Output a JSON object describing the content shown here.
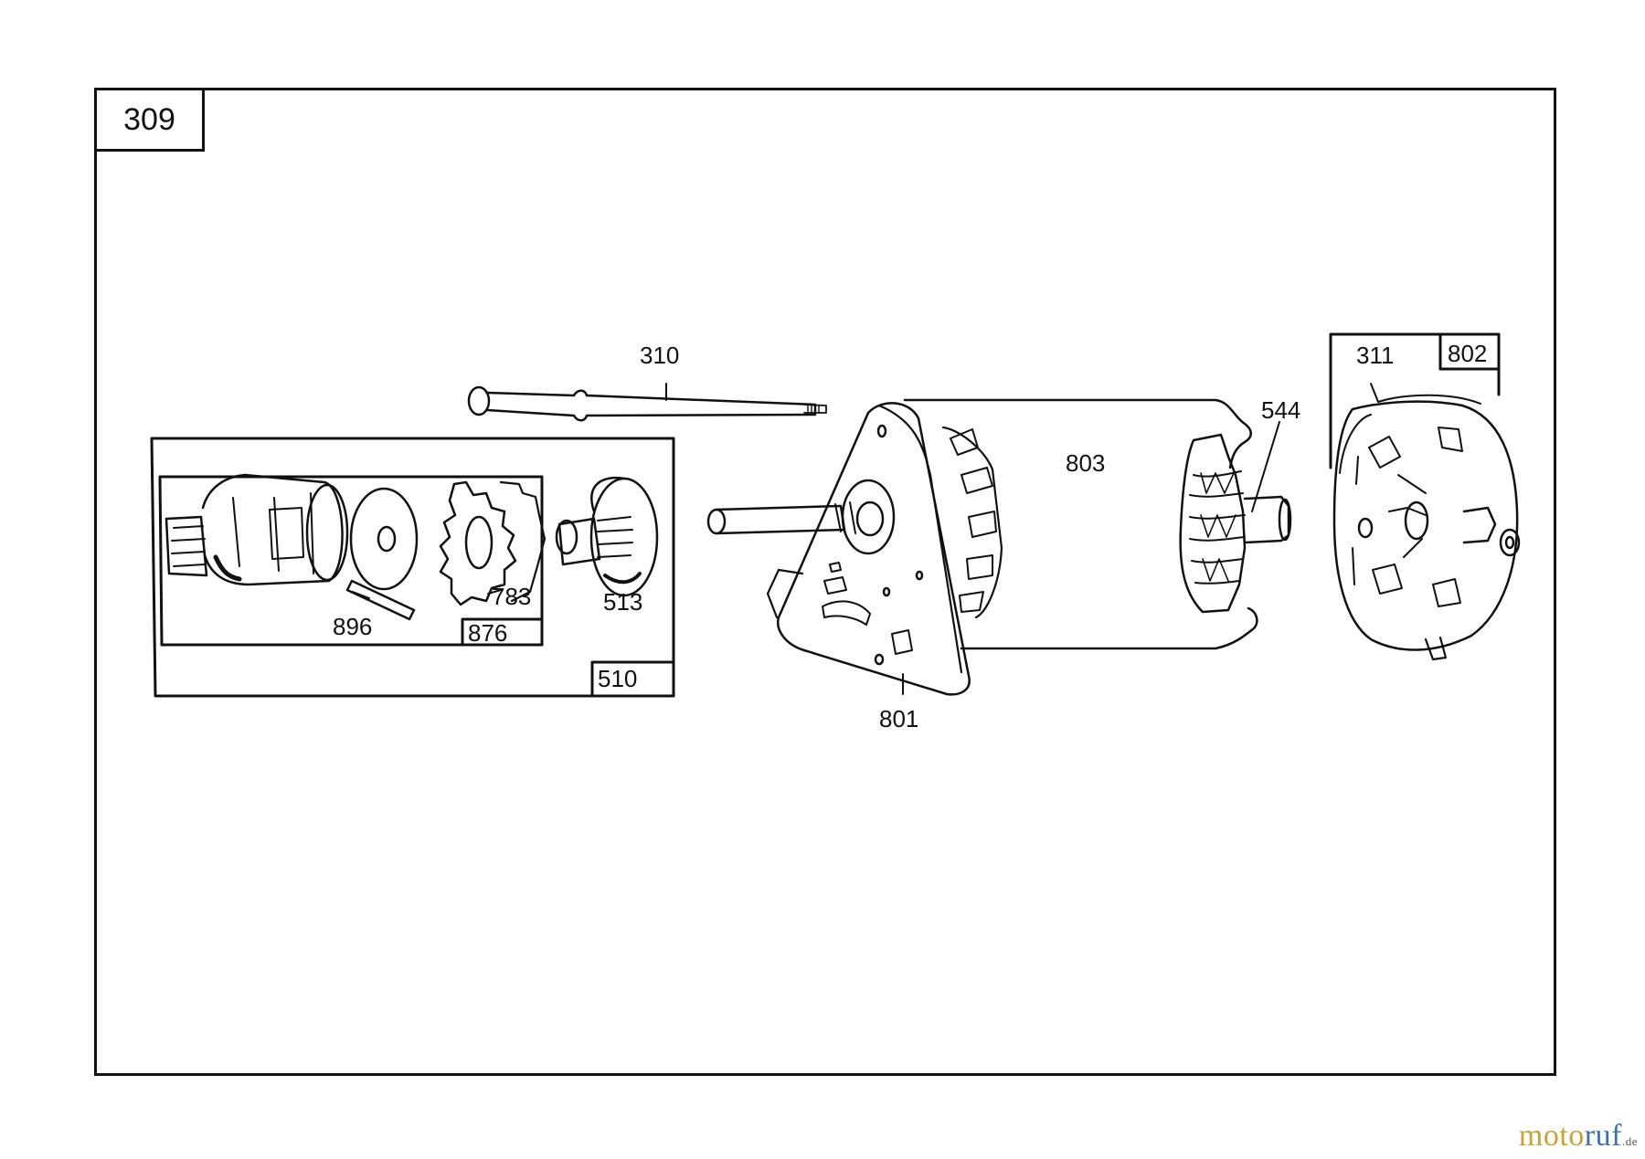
{
  "diagram": {
    "number": "309",
    "callouts": {
      "p310": "310",
      "p311": "311",
      "p802": "802",
      "p544": "544",
      "p803": "803",
      "p896": "896",
      "p783": "783",
      "p513": "513",
      "p876": "876",
      "p510": "510",
      "p801": "801"
    }
  },
  "watermark": {
    "part1": "moto",
    "part2": "ruf",
    "tld": ".de"
  },
  "colors": {
    "line": "#111111",
    "watermark_gold": "#c9a135",
    "watermark_blue": "#3d6fb6"
  }
}
